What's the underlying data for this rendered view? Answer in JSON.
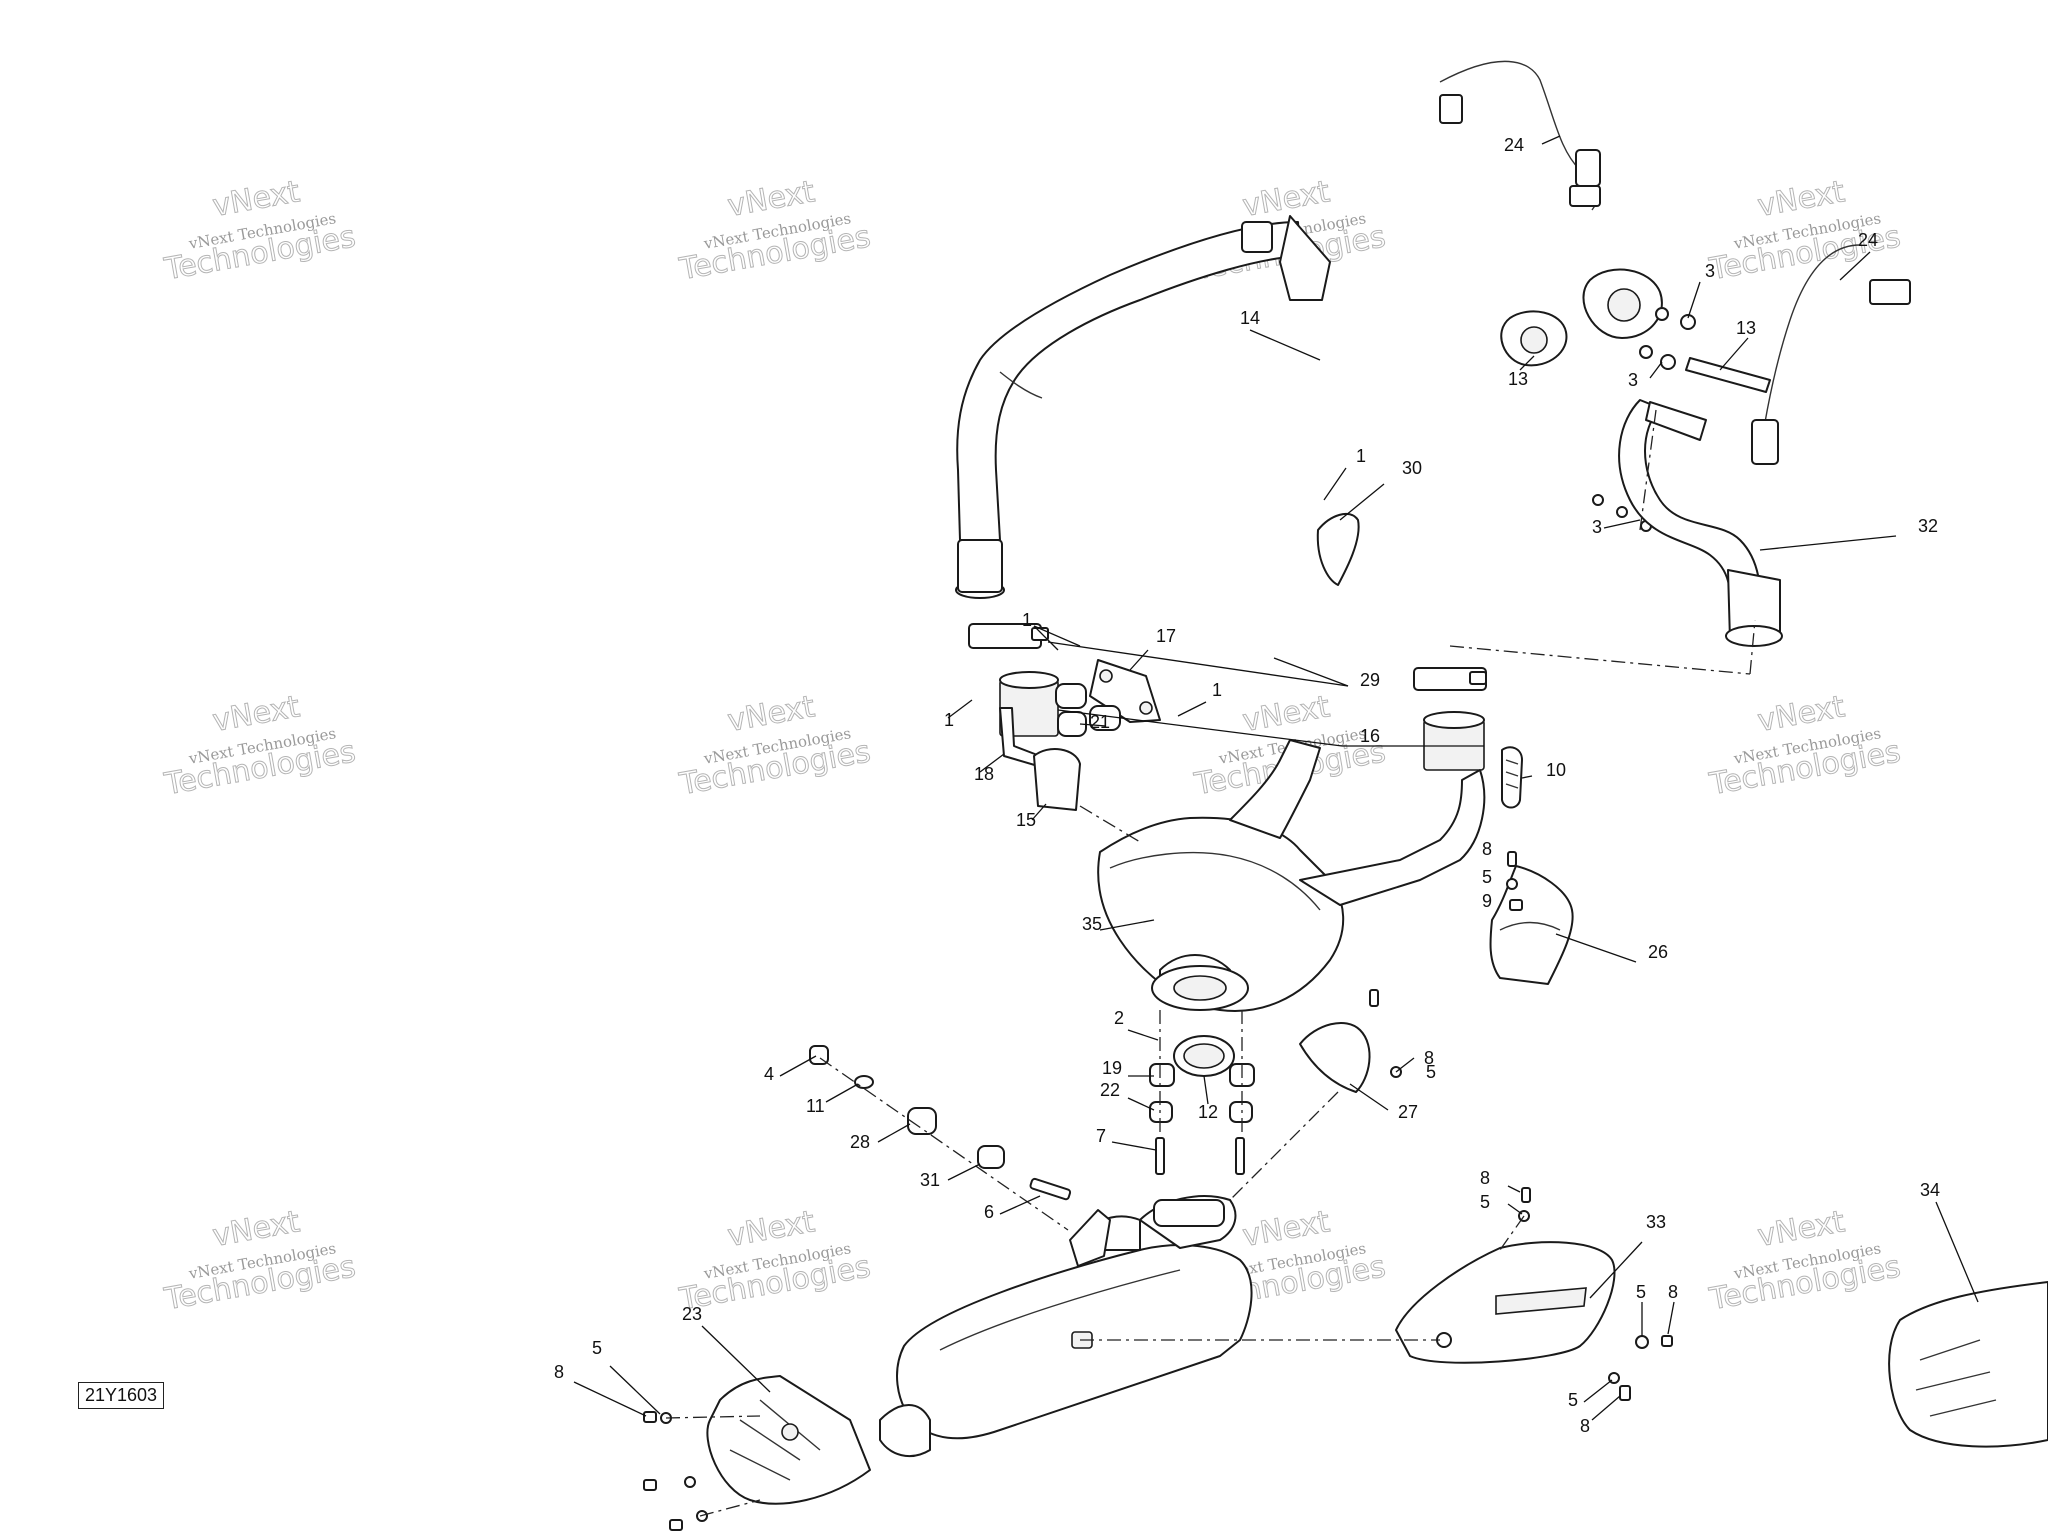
{
  "watermark": {
    "company": "vNext Technologies",
    "logo_top": "vNext",
    "logo_bottom": "Technologies"
  },
  "reference_code": "21Y1603",
  "callouts": [
    "24",
    "24",
    "14",
    "13",
    "13",
    "3",
    "3",
    "3",
    "32",
    "1",
    "30",
    "1",
    "17",
    "1",
    "21",
    "1",
    "18",
    "15",
    "29",
    "16",
    "10",
    "35",
    "8",
    "5",
    "9",
    "26",
    "2",
    "8",
    "5",
    "19",
    "22",
    "12",
    "27",
    "7",
    "4",
    "11",
    "28",
    "31",
    "6",
    "8",
    "5",
    "33",
    "34",
    "23",
    "8",
    "5",
    "5",
    "8",
    "5",
    "8"
  ]
}
